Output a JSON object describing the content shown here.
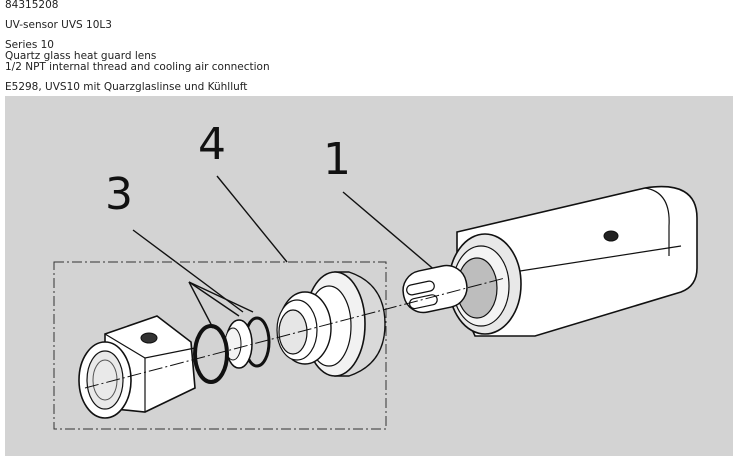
{
  "header": {
    "article_number": "84315208",
    "product_name": "UV-sensor UVS 10L3",
    "series": "Series 10",
    "lens": "Quartz glass heat guard lens",
    "connection": "1/2 NPT internal thread and cooling air connection",
    "german_description": "E5298, UVS10 mit Quarzglaslinse und Kühlluft"
  },
  "figure": {
    "background_color": "#d3d3d3",
    "callouts": [
      "1",
      "3",
      "4"
    ]
  }
}
